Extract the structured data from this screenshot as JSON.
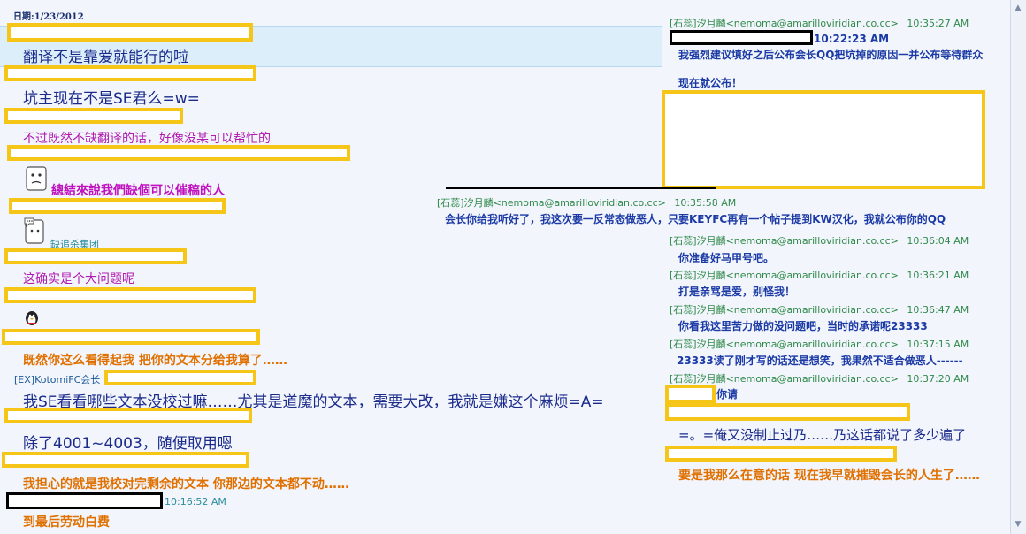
{
  "date_header": "日期:1/23/2012",
  "left_messages": [
    {
      "id": "m1",
      "text": "翻译不是靠爱就能行的啦"
    },
    {
      "id": "m2",
      "text": "坑主现在不是SE君么=w="
    },
    {
      "id": "m3",
      "text": "不过既然不缺翻译的话，好像没某可以帮忙的"
    },
    {
      "id": "m4",
      "text": "總結來說我們缺個可以催稿的人"
    },
    {
      "id": "m5",
      "text": "缺追杀集团"
    },
    {
      "id": "m6",
      "text": "这确实是个大问题呢"
    },
    {
      "id": "m7",
      "text": "既然你这么看得起我 把你的文本分给我算了……"
    },
    {
      "id": "m8_sender",
      "text": "[EX]KotomiFC会长"
    },
    {
      "id": "m8",
      "text": "我SE看看哪些文本没校过嘛……尤其是道魔的文本，需要大改，我就是嫌这个麻烦=A="
    },
    {
      "id": "m9",
      "text": "除了4001~4003，随便取用嗯"
    },
    {
      "id": "m10",
      "text": "我担心的就是我校对完剩余的文本 你那边的文本都不动……"
    },
    {
      "id": "m11_time",
      "text": "10:16:52 AM"
    },
    {
      "id": "m11",
      "text": "到最后劳动白费"
    }
  ],
  "right_messages": [
    {
      "id": "r1_hdr",
      "sender": "[石蕊]汐月麟<nemoma@amarilloviridian.co.cc>",
      "time": "10:35:27 AM"
    },
    {
      "id": "r1_time2",
      "text": "10:22:23 AM"
    },
    {
      "id": "r1_body",
      "text": "我强烈建议填好之后公布会长QQ把坑掉的原因一并公布等待群众"
    },
    {
      "id": "r1_body2",
      "text": "现在就公布！"
    },
    {
      "id": "r2_hdr",
      "sender": "[石蕊]汐月麟<nemoma@amarilloviridian.co.cc>",
      "time": "10:35:58 AM"
    },
    {
      "id": "r2_body",
      "text": "会长你给我听好了，我这次要一反常态做恶人，只要KEYFC再有一个帖子提到KW汉化，我就公布你的QQ"
    },
    {
      "id": "r3_hdr",
      "sender": "[石蕊]汐月麟<nemoma@amarilloviridian.co.cc>",
      "time": "10:36:04 AM"
    },
    {
      "id": "r3_body",
      "text": "你准备好马甲号吧。"
    },
    {
      "id": "r4_hdr",
      "sender": "[石蕊]汐月麟<nemoma@amarilloviridian.co.cc>",
      "time": "10:36:21 AM"
    },
    {
      "id": "r4_body",
      "text": "打是亲骂是爱，别怪我！"
    },
    {
      "id": "r5_hdr",
      "sender": "[石蕊]汐月麟<nemoma@amarilloviridian.co.cc>",
      "time": "10:36:47 AM"
    },
    {
      "id": "r5_body",
      "text": "你看我这里苦力做的没问题吧，当时的承诺呢23333"
    },
    {
      "id": "r6_hdr",
      "sender": "[石蕊]汐月麟<nemoma@amarilloviridian.co.cc>",
      "time": "10:37:15 AM"
    },
    {
      "id": "r6_body",
      "text": "23333读了刚才写的话还是想笑，我果然不适合做恶人------"
    },
    {
      "id": "r7_hdr",
      "sender": "[石蕊]汐月麟<nemoma@amarilloviridian.co.cc>",
      "time": "10:37:20 AM"
    },
    {
      "id": "r7_body",
      "text": "你请"
    },
    {
      "id": "r8_body",
      "text": "=。=俺又没制止过乃……乃这话都说了多少遍了"
    },
    {
      "id": "r9_body",
      "text": "要是我那么在意的话 现在我早就摧毁会长的人生了……"
    }
  ],
  "colors": {
    "redaction_yellow": "#f5c518",
    "redaction_black": "#000000",
    "highlight_row": "#dceefa"
  }
}
